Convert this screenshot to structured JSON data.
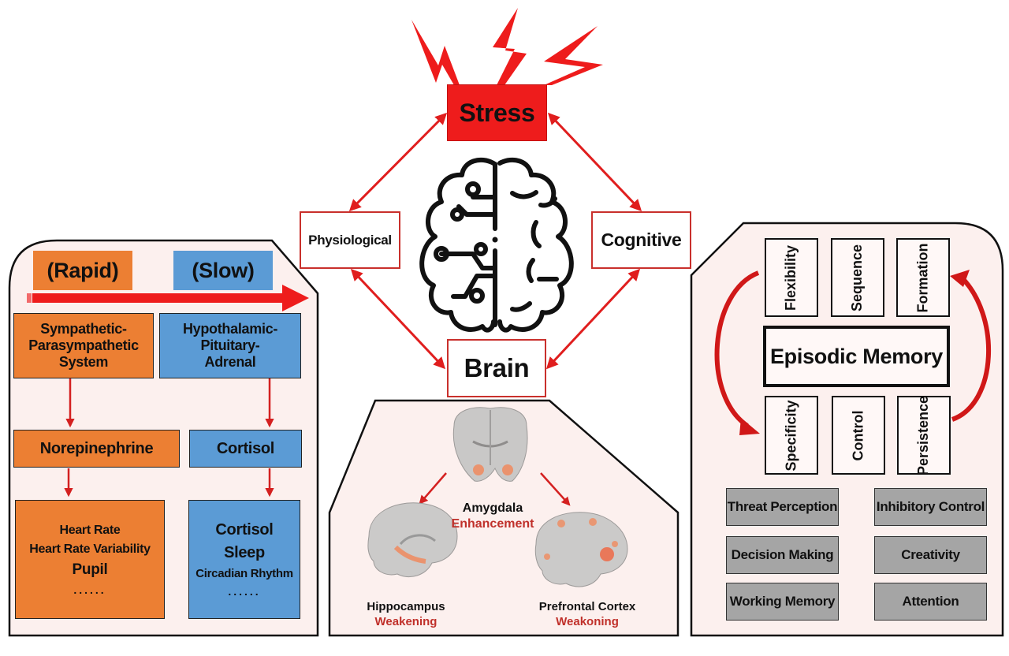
{
  "colors": {
    "stress_red": "#ee1c1c",
    "arrow_red": "#d42020",
    "orange": "#ec7f33",
    "blue": "#5b9bd5",
    "gray": "#a5a5a5",
    "panel_bg": "#fcf0ee",
    "accent_text_red": "#c0302a"
  },
  "center": {
    "stress_label": "Stress",
    "physiological_label": "Physiological",
    "cognitive_label": "Cognitive",
    "brain_label": "Brain",
    "icon": "brain-circuit-icon"
  },
  "left_panel": {
    "speed_labels": {
      "rapid": "(Rapid)",
      "slow": "(Slow)"
    },
    "rapid_pathway": {
      "system": [
        "Sympathetic-",
        "Parasympathetic",
        "System"
      ],
      "mediator": "Norepinephrine",
      "measures": [
        "Heart Rate",
        "Heart Rate Variability",
        "Pupil",
        "......"
      ]
    },
    "slow_pathway": {
      "system": [
        "Hypothalamic-",
        "Pituitary-",
        "Adrenal"
      ],
      "mediator": "Cortisol",
      "measures": [
        "Cortisol",
        "Sleep",
        "Circadian Rhythm",
        "......"
      ]
    }
  },
  "brain_panel": {
    "amygdala": {
      "region": "Amygdala",
      "effect": "Enhancement"
    },
    "hippocampus": {
      "region": "Hippocampus",
      "effect": "Weakening"
    },
    "prefrontal": {
      "region": "Prefrontal Cortex",
      "effect": "Weakoning"
    }
  },
  "right_panel": {
    "title": "Episodic Memory",
    "top_aspects": [
      "Flexibility",
      "Sequence",
      "Formation"
    ],
    "bottom_aspects": [
      "Specificity",
      "Control",
      "Persistence"
    ],
    "functions": [
      [
        "Threat Perception",
        "Inhibitory Control"
      ],
      [
        "Decision Making",
        "Creativity"
      ],
      [
        "Working Memory",
        "Attention"
      ]
    ]
  }
}
